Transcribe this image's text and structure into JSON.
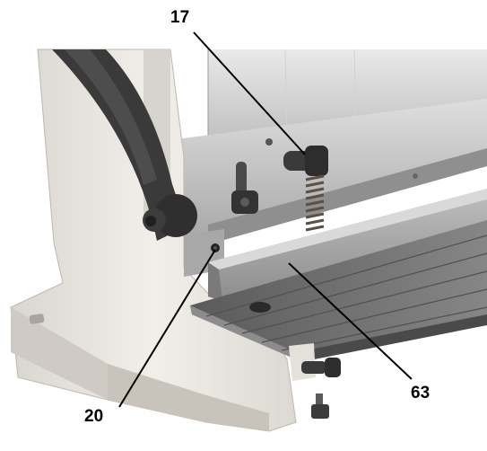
{
  "callouts": {
    "part_17": "17",
    "part_20": "20",
    "part_63": "63"
  },
  "colors": {
    "background": "#ffffff",
    "casting": "#ebe7e1",
    "steel": "#c9c9c9",
    "table": "#6e6e6e",
    "arm": "#3c3c3c",
    "leader": "#000000"
  }
}
